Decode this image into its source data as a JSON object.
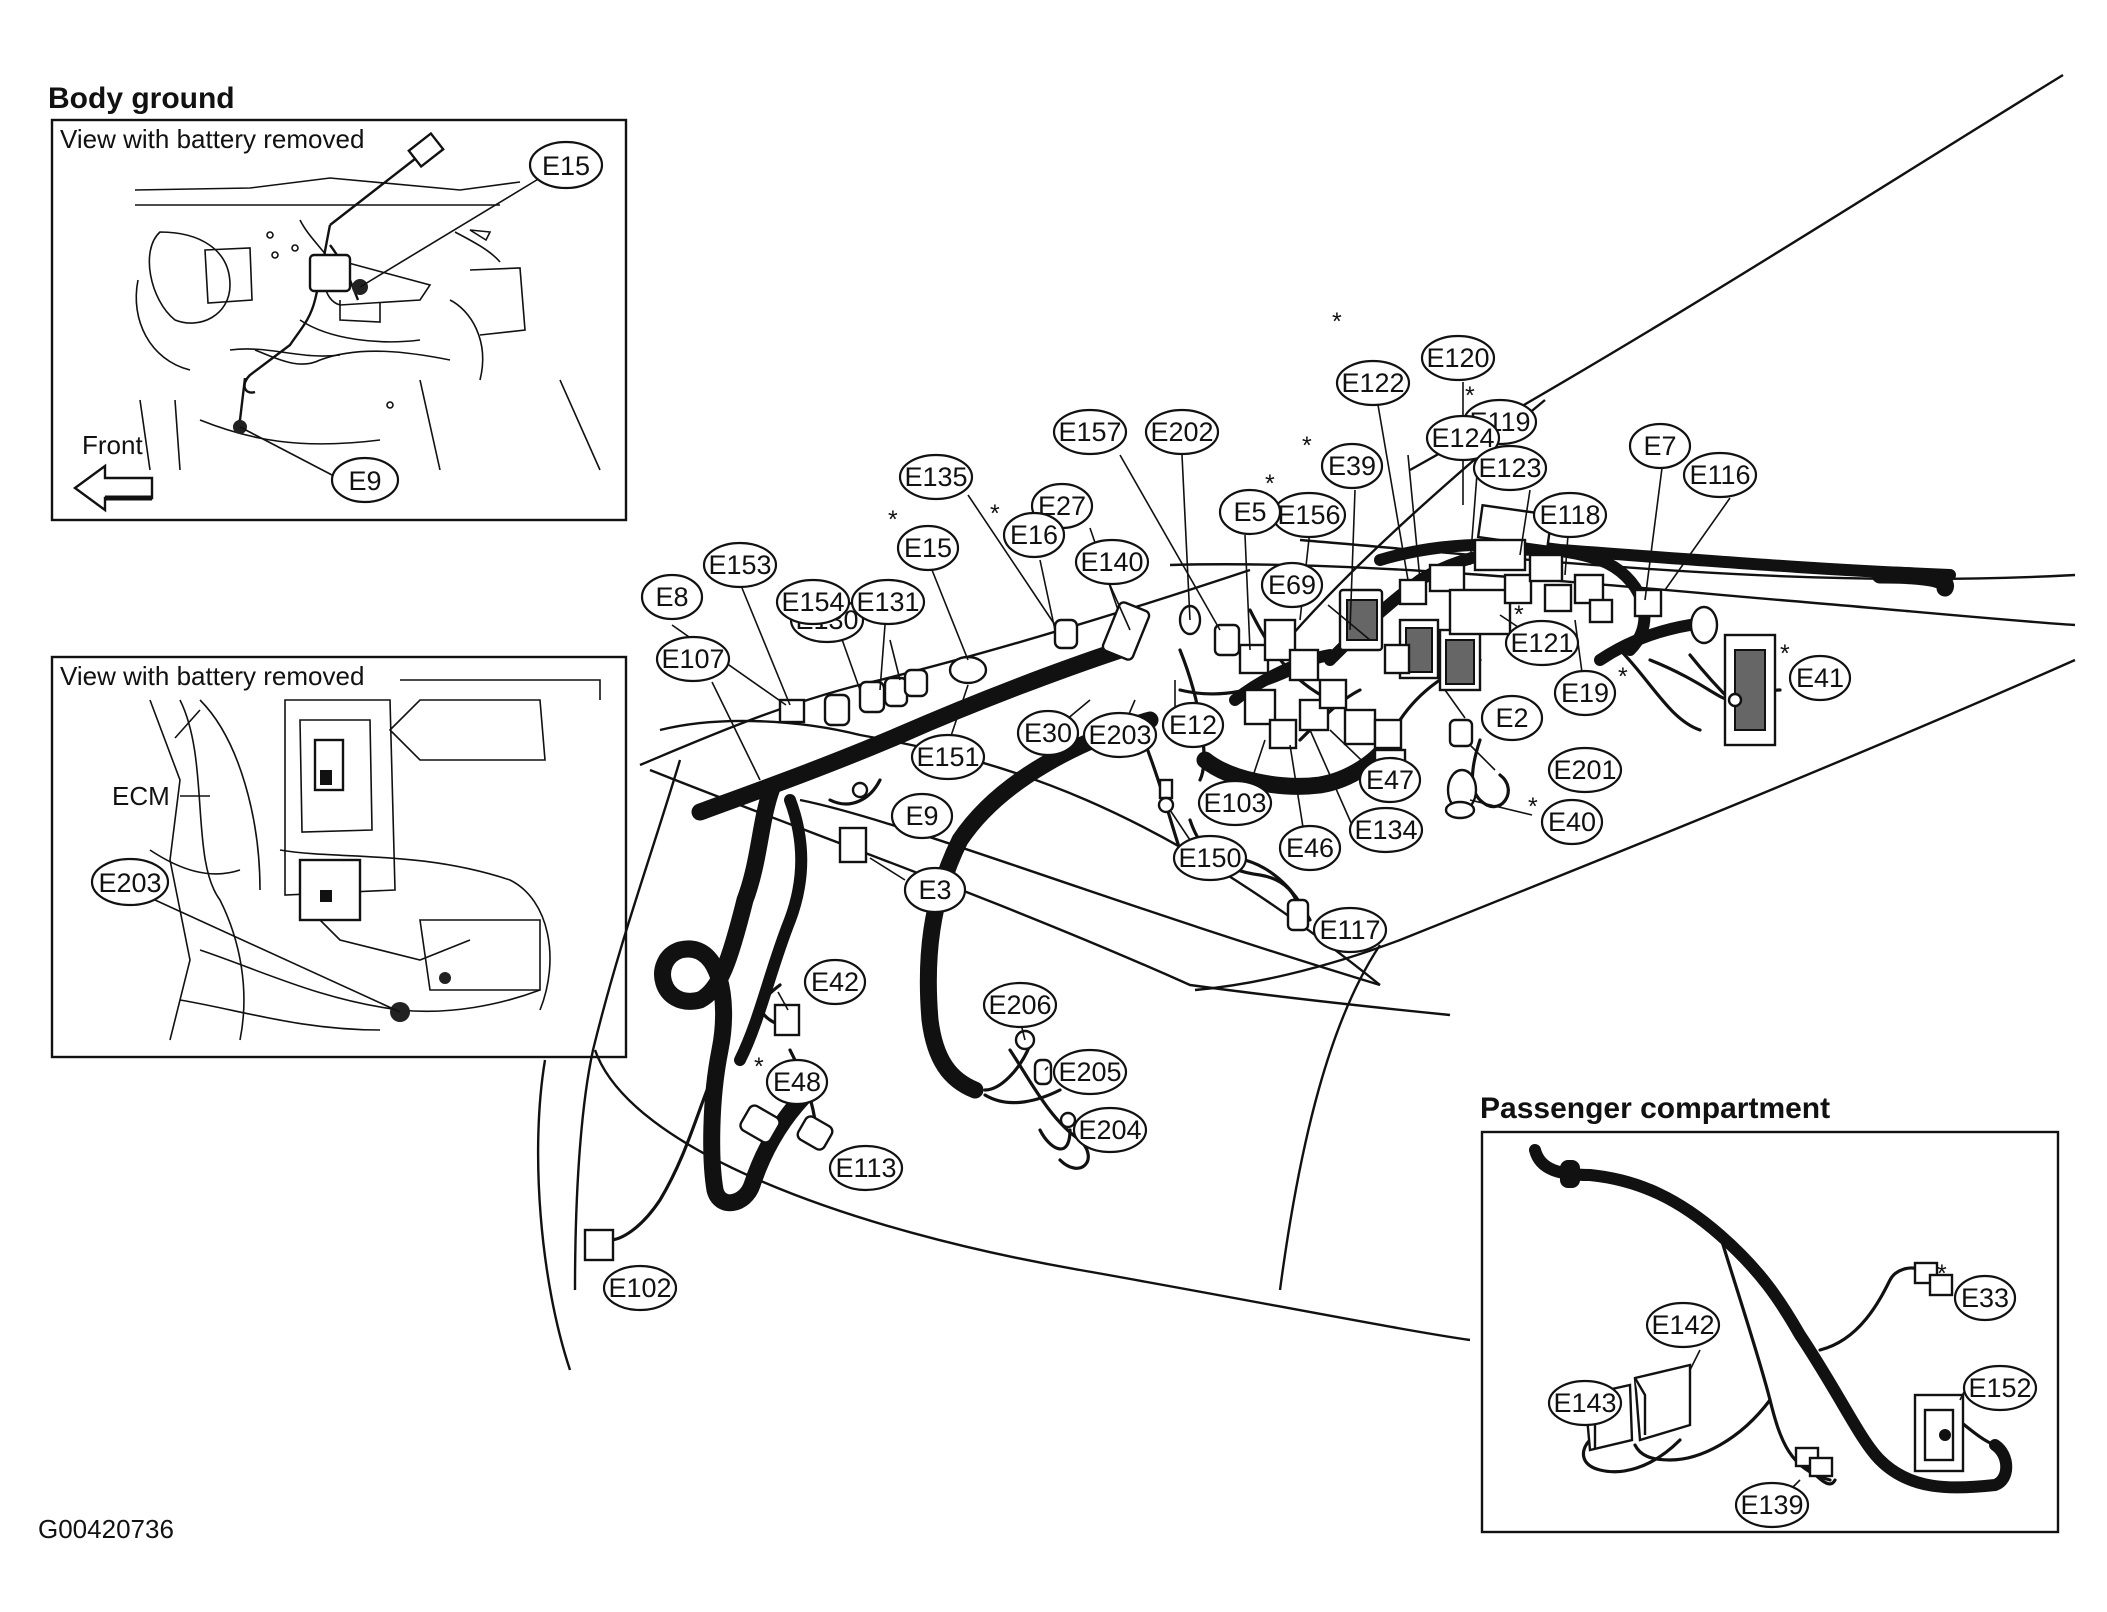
{
  "figure_code": "G00420736",
  "body_ground": {
    "title": "Body ground",
    "inset_top_caption": "View with battery removed",
    "front_label": "Front",
    "inset_bottom_caption": "View with battery removed",
    "ecm_label": "ECM",
    "top_codes": [
      "E15",
      "E9"
    ],
    "bottom_codes": [
      "E203"
    ]
  },
  "passenger": {
    "title": "Passenger compartment",
    "codes": [
      "E33",
      "E142",
      "E143",
      "E152",
      "E139"
    ]
  },
  "engine_codes": [
    "E122",
    "E120",
    "E119",
    "E124",
    "E157",
    "E202",
    "E39",
    "E123",
    "E7",
    "E116",
    "E135",
    "E27",
    "E156",
    "E5",
    "E118",
    "E15",
    "E16",
    "E140",
    "E153",
    "E130",
    "E69",
    "E8",
    "E154",
    "E131",
    "E121",
    "E41",
    "E107",
    "E19",
    "E2",
    "E30",
    "E203",
    "E12",
    "E151",
    "E201",
    "E9",
    "E47",
    "E40",
    "E103",
    "E134",
    "E46",
    "E3",
    "E150",
    "E117",
    "E42",
    "E206",
    "E205",
    "E48",
    "E204",
    "E113",
    "E102"
  ]
}
